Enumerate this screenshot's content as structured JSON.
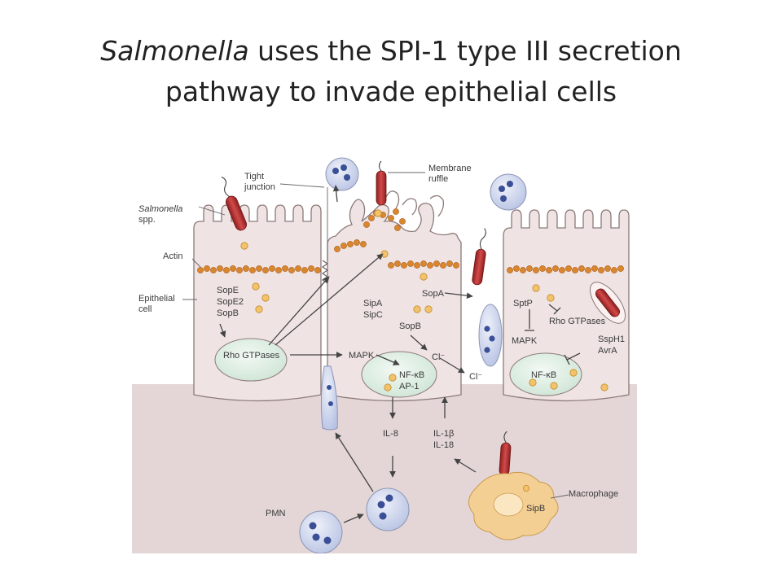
{
  "title": {
    "italic_part": "Salmonella",
    "line1_rest": " uses the SPI-1 type III secretion",
    "line2": "pathway to invade epithelial cells"
  },
  "labels": {
    "salmonella_1": "Salmonella",
    "salmonella_2": "spp.",
    "tight_1": "Tight",
    "tight_2": "junction",
    "membrane_1": "Membrane",
    "membrane_2": "ruffle",
    "actin": "Actin",
    "epithelial_1": "Epithelial",
    "epithelial_2": "cell",
    "sope": "SopE",
    "sope2": "SopE2",
    "sopb_left": "SopB",
    "rho_left": "Rho GTPases",
    "sipa": "SipA",
    "sipc": "SipC",
    "sopa": "SopA",
    "sopb_mid": "SopB",
    "mapk_mid": "MAPK",
    "cl_mid": "Cl⁻",
    "cl_right": "Cl⁻",
    "nfkb_mid": "NF-κB",
    "ap1": "AP-1",
    "il8": "IL-8",
    "il1b": "IL-1β",
    "il18": "IL-18",
    "sptp": "SptP",
    "rho_right": "Rho GTPases",
    "mapk_right": "MAPK",
    "ssph1": "SspH1",
    "avra": "AvrA",
    "nfkb_right": "NF-κB",
    "pmn": "PMN",
    "macrophage": "Macrophage",
    "sipb": "SipB"
  },
  "colors": {
    "tissue": "#e6dada",
    "cell_fill": "#efe4e4",
    "cell_stroke": "#8a7878",
    "nucleus": "#dfeee4",
    "actin": "#d9862e",
    "bacterium": "#b83232",
    "neutrophil": "#d4dcef",
    "neutrophil_nucleus": "#3a4f96",
    "macrophage": "#f3cf94",
    "effector": "#f2c36a"
  }
}
